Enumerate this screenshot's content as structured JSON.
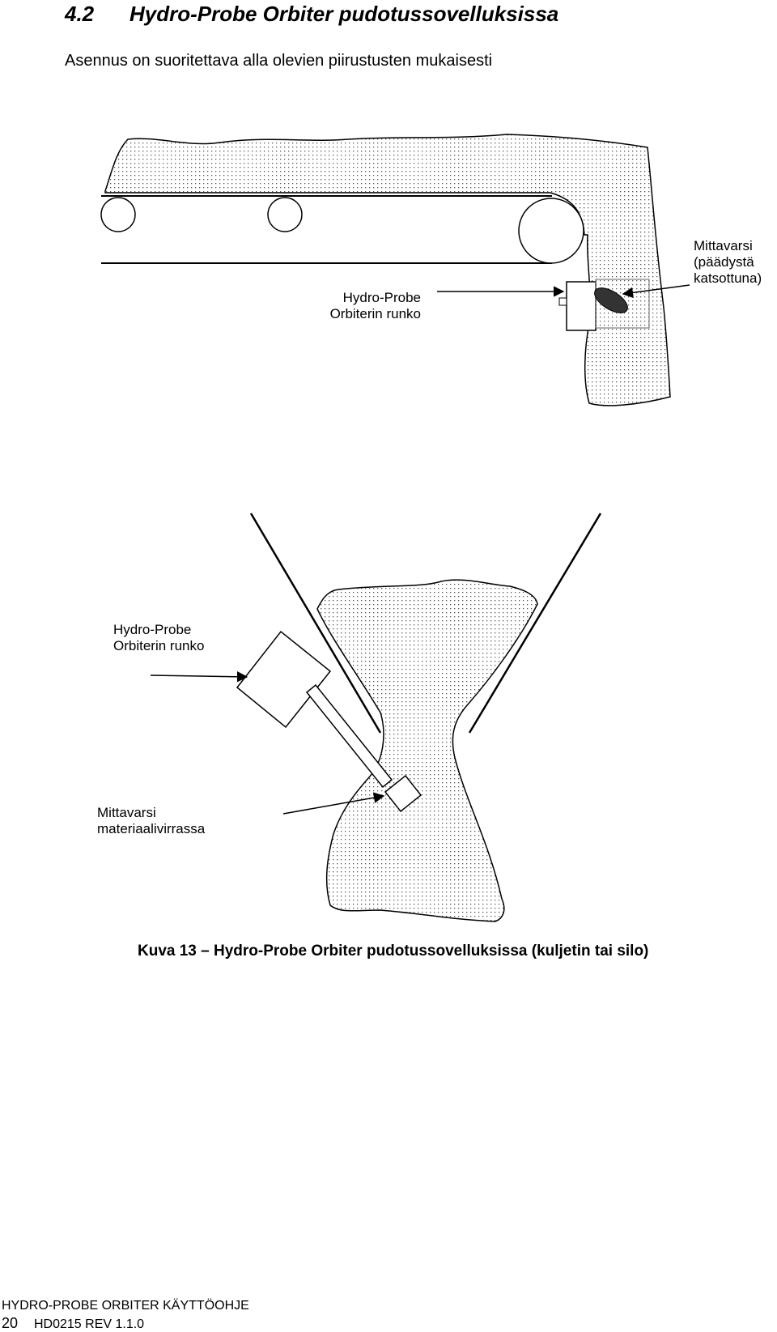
{
  "heading": {
    "number": "4.2",
    "title": "Hydro-Probe Orbiter pudotussovelluksissa"
  },
  "intro": "Asennus on suoritettava alla olevien piirustusten mukaisesti",
  "figure_top": {
    "unit_label_line1": "Hydro-Probe",
    "unit_label_line2": "Orbiterin runko",
    "arm_label_line1": "Mittavarsi",
    "arm_label_line2": "(päädystä",
    "arm_label_line3": "katsottuna)"
  },
  "figure_bottom": {
    "unit_label_line1": "Hydro-Probe",
    "unit_label_line2": "Orbiterin runko",
    "arm_label_line1": "Mittavarsi",
    "arm_label_line2": "materiaalivirrassa"
  },
  "caption": "Kuva 13 – Hydro-Probe Orbiter pudotussovelluksissa (kuljetin tai silo)",
  "footer": {
    "doc_title": "HYDRO-PROBE ORBITER KÄYTTÖOHJE",
    "page_number": "20",
    "doc_ref": "HD0215 REV 1.1.0"
  }
}
